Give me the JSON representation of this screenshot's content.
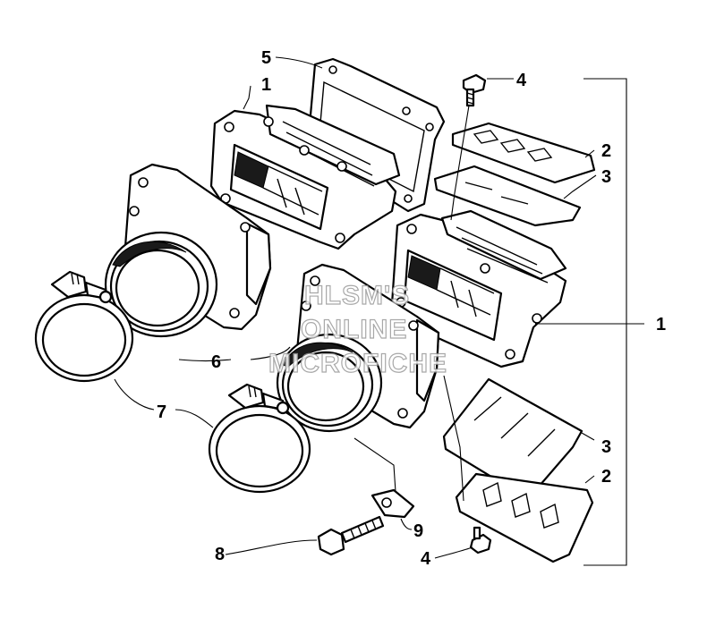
{
  "diagram": {
    "callouts": [
      {
        "id": "c5",
        "text": "5"
      },
      {
        "id": "c1-top",
        "text": "1"
      },
      {
        "id": "c4-top",
        "text": "4"
      },
      {
        "id": "c2-top",
        "text": "2"
      },
      {
        "id": "c3-top",
        "text": "3"
      },
      {
        "id": "c1-right",
        "text": "1"
      },
      {
        "id": "c6",
        "text": "6"
      },
      {
        "id": "c7",
        "text": "7"
      },
      {
        "id": "c3-bottom",
        "text": "3"
      },
      {
        "id": "c2-bottom",
        "text": "2"
      },
      {
        "id": "c9",
        "text": "9"
      },
      {
        "id": "c8",
        "text": "8"
      },
      {
        "id": "c4-bottom",
        "text": "4"
      }
    ],
    "watermark": [
      "HLSM'S",
      "ONLINE",
      "MICROFICHE"
    ]
  }
}
